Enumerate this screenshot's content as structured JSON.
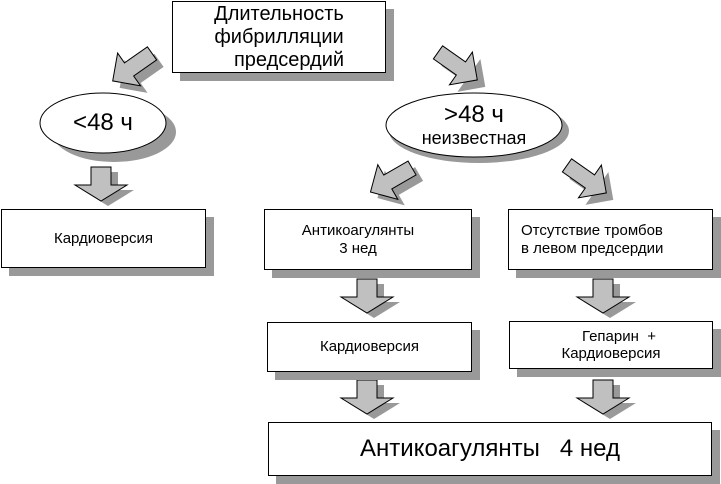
{
  "title_box": {
    "lines": [
      "Длительность",
      "фибрилляции",
      "предсердий"
    ]
  },
  "left_branch": {
    "oval_label": "<48 ч",
    "box_label": "Кардиоверсия"
  },
  "right_branch": {
    "oval_line1": ">48 ч",
    "oval_line2": "неизвестная",
    "left_path": {
      "box1_line1": "Антикоагулянты",
      "box1_line2": "3 нед",
      "box2_label": "Кардиоверсия"
    },
    "right_path": {
      "box1_line1": "Отсутствие тромбов",
      "box1_line2": "в левом предсердии",
      "box2_line1": "Гепарин  +",
      "box2_line2": "Кардиоверсия"
    }
  },
  "final_box": {
    "label": "Антикоагулянты   4 нед"
  },
  "colors": {
    "arrow_fill": "#c0c0c0",
    "shadow": "#999999",
    "stroke": "#000000"
  }
}
